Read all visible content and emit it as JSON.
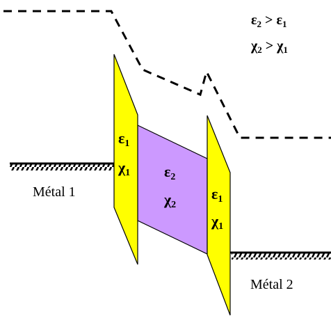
{
  "legend": {
    "eps_relation": {
      "a": "ε",
      "a_sub": "2",
      "op": " > ",
      "b": "ε",
      "b_sub": "1"
    },
    "chi_relation": {
      "a": "χ",
      "a_sub": "2",
      "op": " > ",
      "b": "χ",
      "b_sub": "1"
    }
  },
  "labels": {
    "metal1": "Métal 1",
    "metal2": "Métal 2"
  },
  "barrier_left": {
    "eps": "ε",
    "eps_sub": "1",
    "chi": "χ",
    "chi_sub": "1"
  },
  "barrier_middle": {
    "eps": "ε",
    "eps_sub": "2",
    "chi": "χ",
    "chi_sub": "2"
  },
  "barrier_right": {
    "eps": "ε",
    "eps_sub": "1",
    "chi": "χ",
    "chi_sub": "1"
  },
  "colors": {
    "yellow": "#ffff00",
    "purple": "#cc99ff",
    "stroke": "#000000"
  }
}
